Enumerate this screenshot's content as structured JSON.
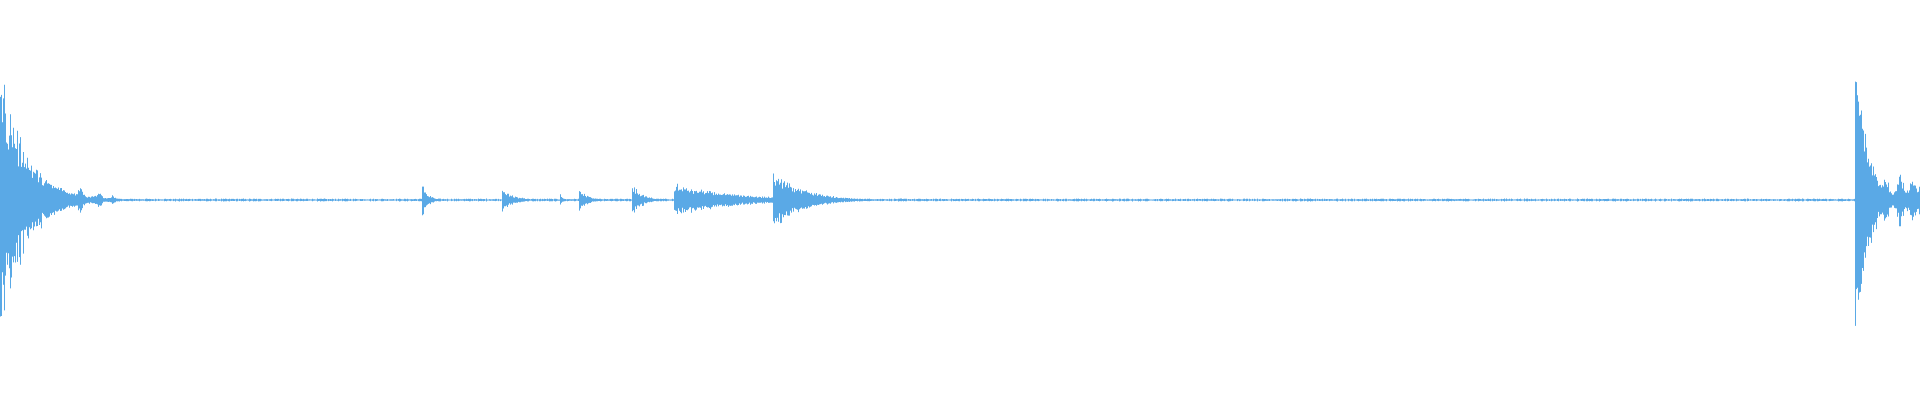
{
  "waveform": {
    "color": "#5aa9e6",
    "background": "#ffffff",
    "duration_units": 1920,
    "amplitude_max": 1.0,
    "baseline_amplitude": 0.006,
    "events": [
      {
        "name": "event-start-burst",
        "t": 0,
        "peak": 0.82,
        "decay": 26,
        "tail": [
          {
            "t": 32,
            "amp": 0.08
          },
          {
            "t": 48,
            "amp": 0.07
          },
          {
            "t": 62,
            "amp": 0.06
          },
          {
            "t": 80,
            "amp": 0.09
          },
          {
            "t": 98,
            "amp": 0.06
          },
          {
            "t": 112,
            "amp": 0.03
          }
        ]
      },
      {
        "name": "event-click-1",
        "t": 422,
        "peak": 0.1,
        "decay": 6
      },
      {
        "name": "event-click-2",
        "t": 502,
        "peak": 0.07,
        "decay": 12
      },
      {
        "name": "event-click-3",
        "t": 560,
        "peak": 0.04,
        "decay": 3
      },
      {
        "name": "event-click-4",
        "t": 579,
        "peak": 0.08,
        "decay": 8
      },
      {
        "name": "event-click-5",
        "t": 632,
        "peak": 0.1,
        "decay": 10
      },
      {
        "name": "event-cluster",
        "t": 674,
        "peak": 0.1,
        "decay": 60
      },
      {
        "name": "event-click-6",
        "t": 746,
        "peak": 0.03,
        "decay": 3
      },
      {
        "name": "event-click-7",
        "t": 773,
        "peak": 0.18,
        "decay": 30
      },
      {
        "name": "event-click-8",
        "t": 822,
        "peak": 0.04,
        "decay": 4
      },
      {
        "name": "event-end-burst",
        "t": 1855,
        "peak": 1.0,
        "decay": 12,
        "tail": [
          {
            "t": 1868,
            "amp": 0.3
          },
          {
            "t": 1885,
            "amp": 0.2
          },
          {
            "t": 1900,
            "amp": 0.22
          },
          {
            "t": 1912,
            "amp": 0.18
          },
          {
            "t": 1920,
            "amp": 0.12
          }
        ]
      }
    ]
  }
}
